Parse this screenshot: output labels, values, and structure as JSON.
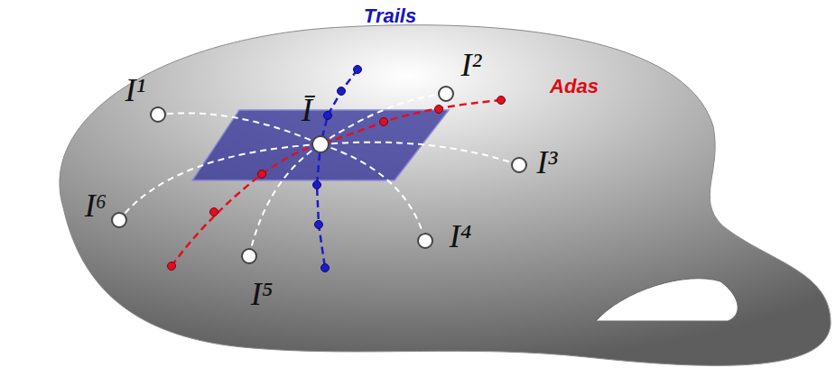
{
  "diagram": {
    "labels": [
      "Trails",
      "I²",
      "Ī",
      "I¹",
      "Adas",
      "I³",
      "I⁶",
      "I⁴",
      "I⁵"
    ]
  }
}
